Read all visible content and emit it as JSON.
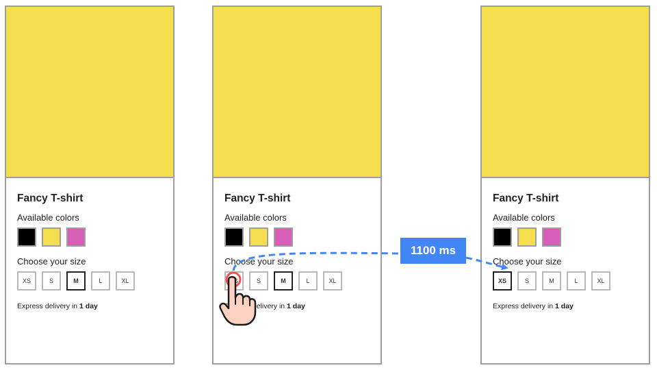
{
  "frames": [
    {
      "title": "Fancy T-shirt",
      "colors_label": "Available colors",
      "size_label": "Choose your size",
      "delivery_prefix": "Express delivery in ",
      "delivery_bold": "1 day",
      "sizes": [
        "XS",
        "S",
        "M",
        "L",
        "XL"
      ],
      "selected_size": "M"
    },
    {
      "title": "Fancy T-shirt",
      "colors_label": "Available colors",
      "size_label": "Choose your size",
      "delivery_prefix": "Express delivery in ",
      "delivery_bold": "1 day",
      "sizes": [
        "XS",
        "S",
        "M",
        "L",
        "XL"
      ],
      "selected_size": "M"
    },
    {
      "title": "Fancy T-shirt",
      "colors_label": "Available colors",
      "size_label": "Choose your size",
      "delivery_prefix": "Express delivery in ",
      "delivery_bold": "1 day",
      "sizes": [
        "XS",
        "S",
        "M",
        "L",
        "XL"
      ],
      "selected_size": "XS"
    }
  ],
  "swatch_colors": [
    "#000000",
    "#f4de4e",
    "#d85fb8"
  ],
  "product_image_color": "#f4de4e",
  "timing_label": "1100 ms",
  "accent_color": "#4285f4",
  "pointer_icon": "pointing-hand-icon"
}
